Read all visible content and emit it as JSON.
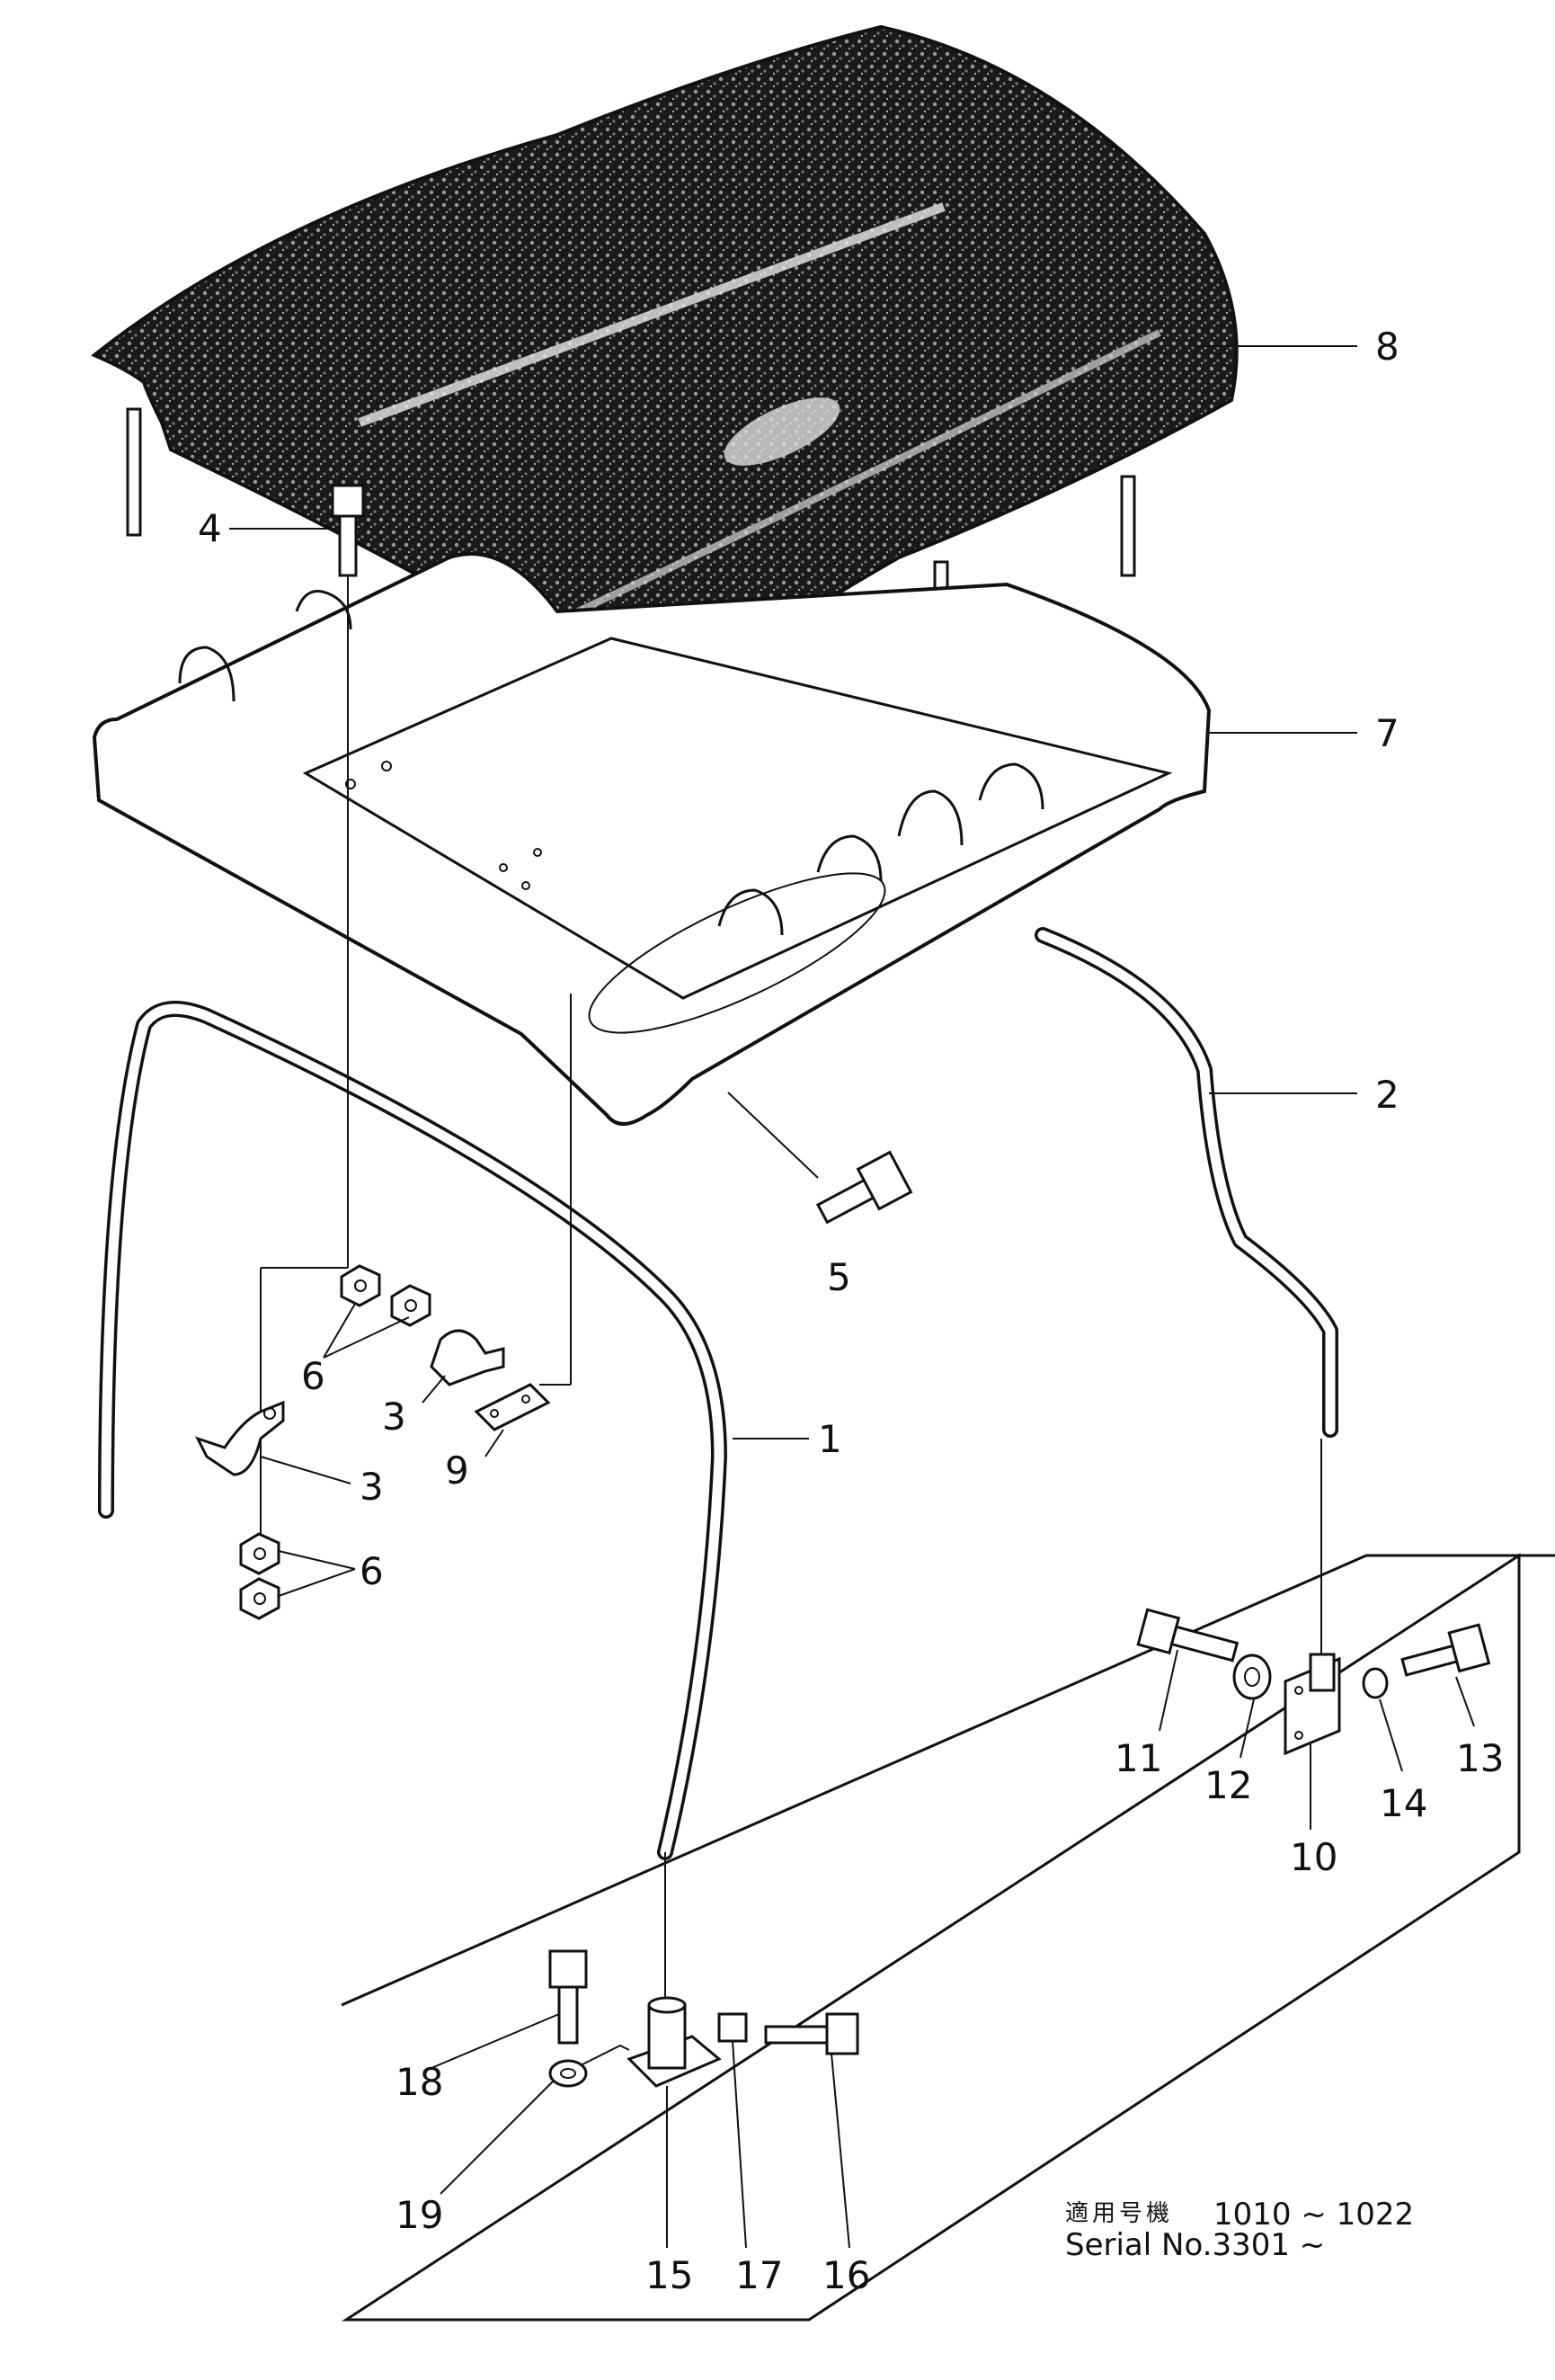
{
  "callouts": {
    "p1": "1",
    "p2": "2",
    "p3a": "3",
    "p3b": "3",
    "p4": "4",
    "p5": "5",
    "p6a": "6",
    "p6b": "6",
    "p7": "7",
    "p8": "8",
    "p9": "9",
    "p10": "10",
    "p11": "11",
    "p12": "12",
    "p13": "13",
    "p14": "14",
    "p15": "15",
    "p16": "16",
    "p17": "17",
    "p18": "18",
    "p19": "19"
  },
  "serial": {
    "japanese": "適用号機",
    "range_top": "1010 ~ 1022",
    "line2": "Serial No.3301 ~"
  }
}
